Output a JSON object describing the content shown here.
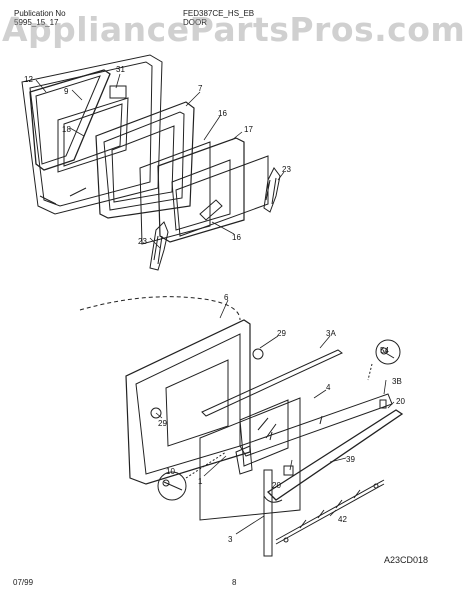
{
  "header": {
    "pub_label": "Publication No",
    "pub_number": "5995_15_17",
    "model_line1": "FED387CE_HS_EB",
    "model_line2": "DOOR"
  },
  "watermark": "AppliancePartsPros.com",
  "footer": {
    "date": "07/99",
    "page": "8",
    "diagram_code": "A23CD018"
  },
  "callouts": {
    "c12": "12",
    "c9": "9",
    "c31": "31",
    "c7": "7",
    "c18": "18",
    "c16a": "16",
    "c17": "17",
    "c23a": "23",
    "c23b": "23",
    "c16b": "16",
    "c6": "6",
    "c29a": "29",
    "c3A": "3A",
    "c54": "54",
    "c4": "4",
    "c3B": "3B",
    "c20a": "20",
    "c29b": "29",
    "c10": "10",
    "c39": "39",
    "c20b": "20",
    "c1": "1",
    "c42": "42",
    "c3": "3"
  },
  "colors": {
    "line": "#222222",
    "watermark": "#969696"
  }
}
